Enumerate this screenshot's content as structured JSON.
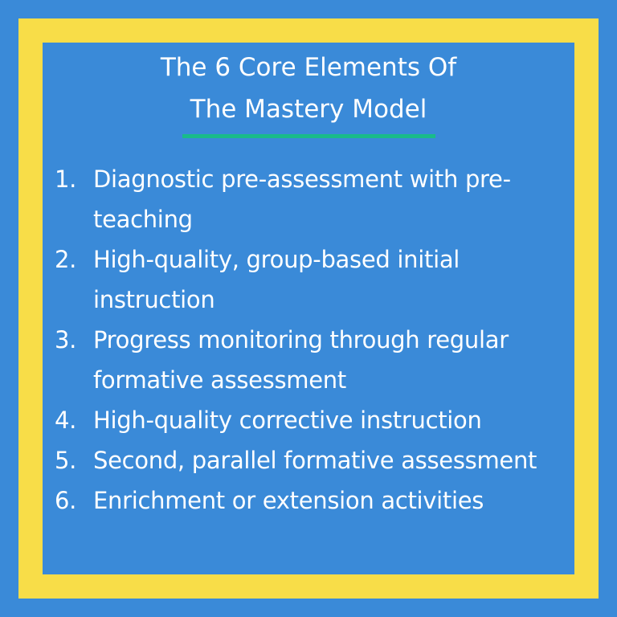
{
  "title": {
    "line1": "The 6 Core Elements Of",
    "line2": "The Mastery Model"
  },
  "colors": {
    "background": "#3a8ad8",
    "frame": "#f8dd48",
    "underline": "#19bb8a",
    "text": "#ffffff"
  },
  "items": [
    {
      "num": "1.",
      "text": "Diagnostic pre-assessment with pre-teaching"
    },
    {
      "num": "2.",
      "text": "High-quality, group-based initial instruction"
    },
    {
      "num": "3.",
      "text": "Progress monitoring through regular formative assessment"
    },
    {
      "num": "4.",
      "text": "High-quality corrective instruction"
    },
    {
      "num": "5.",
      "text": "Second, parallel formative assessment"
    },
    {
      "num": "6.",
      "text": "Enrichment or extension activities"
    }
  ]
}
